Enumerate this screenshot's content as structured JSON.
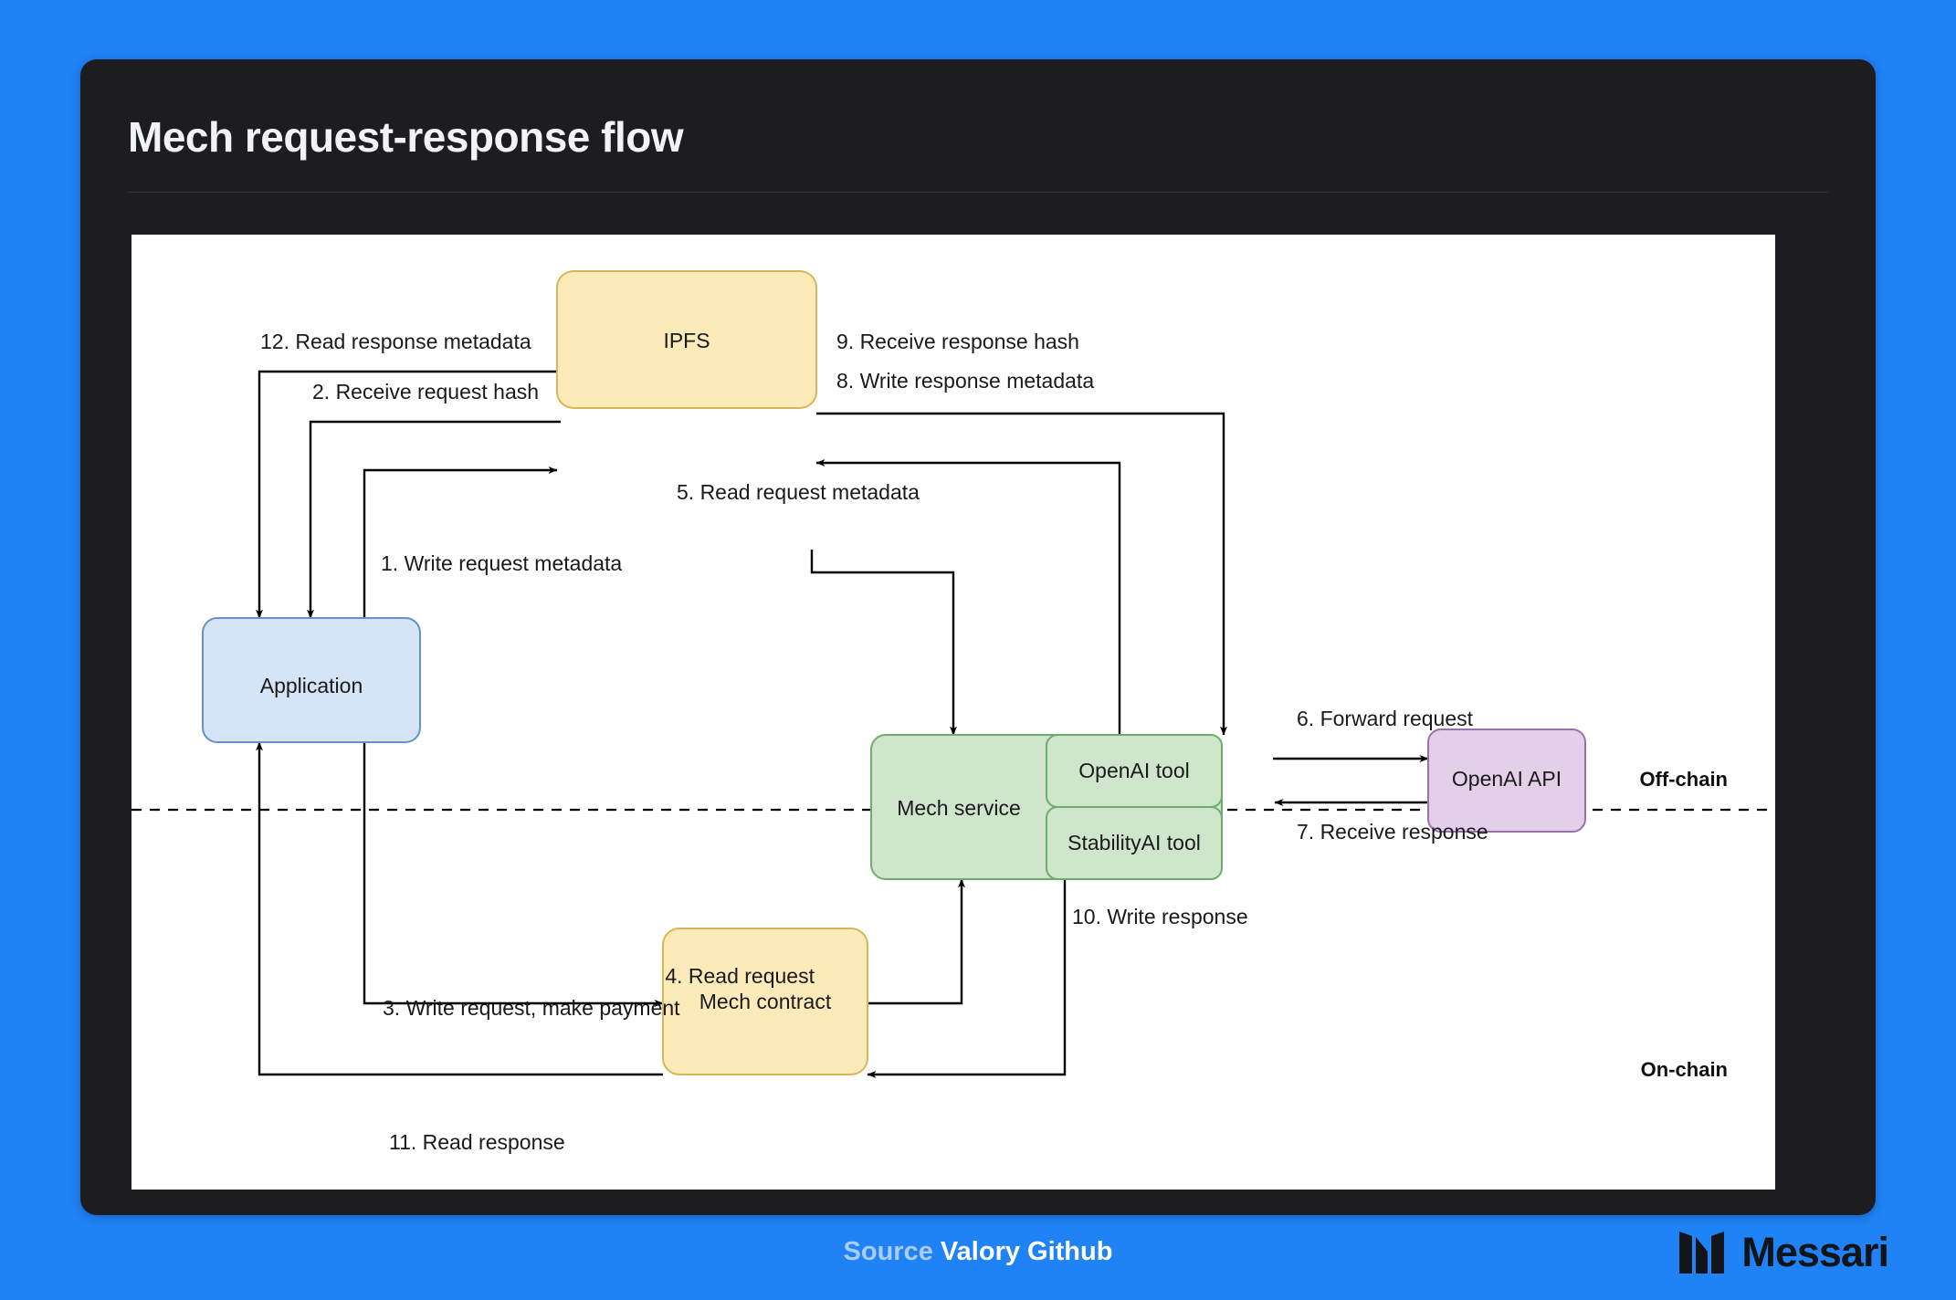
{
  "card": {
    "title": "Mech request-response flow",
    "background_color": "#1f82f5",
    "card_color": "#1c1c21"
  },
  "footer": {
    "source_label": "Source",
    "source_name": "Valory Github",
    "logo_text": "Messari"
  },
  "diagram": {
    "type": "flowchart",
    "nodes": [
      {
        "id": "application",
        "label": "Application",
        "fill": "#d6e4f7",
        "stroke": "#6a8fc4"
      },
      {
        "id": "ipfs",
        "label": "IPFS",
        "fill": "#fdeab9",
        "stroke": "#d6b656"
      },
      {
        "id": "mech_service",
        "label": "Mech service",
        "fill": "#cfe6cd",
        "stroke": "#70ab6e"
      },
      {
        "id": "openai_tool",
        "label": "OpenAI tool",
        "fill": "#cfe6cd",
        "stroke": "#70ab6e"
      },
      {
        "id": "stabilityai_tool",
        "label": "StabilityAI tool",
        "fill": "#cfe6cd",
        "stroke": "#70ab6e"
      },
      {
        "id": "openai_api",
        "label": "OpenAI API",
        "fill": "#e3cfe8",
        "stroke": "#9a72ab"
      },
      {
        "id": "mech_contract",
        "label": "Mech contract",
        "fill": "#fdeab9",
        "stroke": "#d6b656"
      }
    ],
    "zones": [
      {
        "id": "offchain",
        "label": "Off-chain"
      },
      {
        "id": "onchain",
        "label": "On-chain"
      }
    ],
    "edges": [
      {
        "step": 1,
        "label": "1. Write request metadata",
        "from": "application",
        "to": "ipfs"
      },
      {
        "step": 2,
        "label": "2. Receive request hash",
        "from": "ipfs",
        "to": "application"
      },
      {
        "step": 3,
        "label": "3. Write request, make payment",
        "from": "application",
        "to": "mech_contract"
      },
      {
        "step": 4,
        "label": "4. Read request",
        "from": "mech_contract",
        "to": "mech_service"
      },
      {
        "step": 5,
        "label": "5. Read request metadata",
        "from": "ipfs",
        "to": "mech_service"
      },
      {
        "step": 6,
        "label": "6. Forward request",
        "from": "openai_tool",
        "to": "openai_api"
      },
      {
        "step": 7,
        "label": "7. Receive response",
        "from": "openai_api",
        "to": "openai_tool"
      },
      {
        "step": 8,
        "label": "8. Write response metadata",
        "from": "mech_service",
        "to": "ipfs"
      },
      {
        "step": 9,
        "label": "9. Receive response hash",
        "from": "ipfs",
        "to": "mech_service"
      },
      {
        "step": 10,
        "label": "10. Write response",
        "from": "mech_service",
        "to": "mech_contract"
      },
      {
        "step": 11,
        "label": "11. Read response",
        "from": "mech_contract",
        "to": "application"
      },
      {
        "step": 12,
        "label": "12. Read response metadata",
        "from": "ipfs",
        "to": "application"
      }
    ]
  }
}
